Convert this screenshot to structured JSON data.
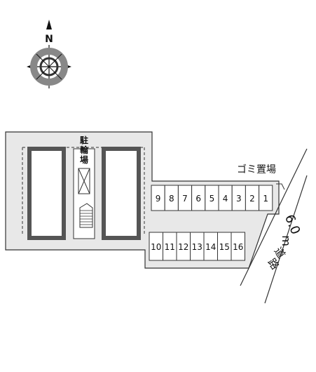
{
  "compass": {
    "north_label": "N"
  },
  "bicycle_parking": {
    "label": [
      "駐",
      "輪",
      "場"
    ]
  },
  "garbage": {
    "label": "ゴミ置場"
  },
  "road": {
    "width_label": "6.0",
    "unit_label": "m",
    "road_label": [
      "道",
      "路"
    ]
  },
  "parking": {
    "top_row": [
      "9",
      "8",
      "7",
      "6",
      "5",
      "4",
      "3",
      "2",
      "1"
    ],
    "bottom_row": [
      "10",
      "11",
      "12",
      "13",
      "14",
      "15",
      "16"
    ]
  },
  "colors": {
    "lot_fill": "#e8e8e8",
    "building_wall": "#555555",
    "outline": "#333333"
  }
}
